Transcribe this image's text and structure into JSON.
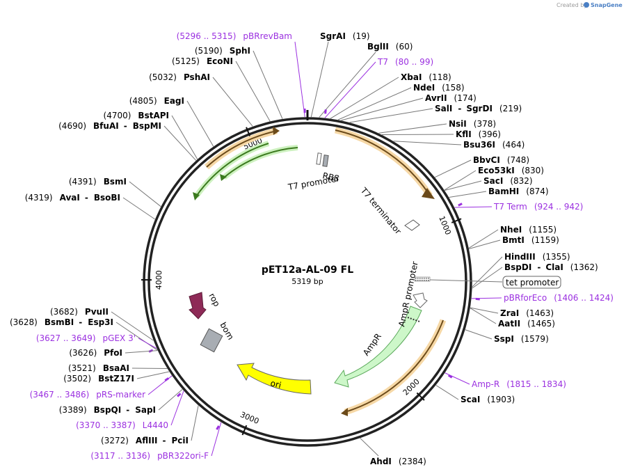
{
  "header": {
    "created_by": "Created by",
    "brand": "SnapGene"
  },
  "plasmid": {
    "name": "pET12a-AL-09 FL",
    "length_label": "5319 bp",
    "length": 5319
  },
  "ticks": [
    {
      "bp": 1000,
      "label": "1000"
    },
    {
      "bp": 2000,
      "label": "2000"
    },
    {
      "bp": 3000,
      "label": "3000"
    },
    {
      "bp": 4000,
      "label": "4000"
    },
    {
      "bp": 5000,
      "label": "5000"
    }
  ],
  "features": [
    {
      "name": "T7 promoter",
      "label": "T7 promoter"
    },
    {
      "name": "RBS",
      "label": "RBS"
    },
    {
      "name": "T7 terminator",
      "label": "T7 terminator"
    },
    {
      "name": "tet promoter",
      "label": "tet promoter"
    },
    {
      "name": "AmpR promoter",
      "label": "AmpR promoter"
    },
    {
      "name": "AmpR",
      "label": "AmpR"
    },
    {
      "name": "ori",
      "label": "ori"
    },
    {
      "name": "bom",
      "label": "bom"
    },
    {
      "name": "rop",
      "label": "rop"
    }
  ],
  "right_labels": [
    {
      "kind": "enzyme",
      "name": "SgrAI",
      "pos": "(19)"
    },
    {
      "kind": "enzyme",
      "name": "BglII",
      "pos": "(60)"
    },
    {
      "kind": "primer",
      "name": "T7",
      "pos": "(80 .. 99)"
    },
    {
      "kind": "enzyme",
      "name": "XbaI",
      "pos": "(118)"
    },
    {
      "kind": "enzyme",
      "name": "NdeI",
      "pos": "(158)"
    },
    {
      "kind": "enzyme",
      "name": "AvrII",
      "pos": "(174)"
    },
    {
      "kind": "enzyme",
      "name": "SalI",
      "name2": "SgrDI",
      "pos": "(219)"
    },
    {
      "kind": "enzyme",
      "name": "NsiI",
      "pos": "(378)"
    },
    {
      "kind": "enzyme",
      "name": "KflI",
      "pos": "(396)"
    },
    {
      "kind": "enzyme",
      "name": "Bsu36I",
      "pos": "(464)"
    },
    {
      "kind": "enzyme",
      "name": "BbvCI",
      "pos": "(748)"
    },
    {
      "kind": "enzyme",
      "name": "Eco53kI",
      "pos": "(830)"
    },
    {
      "kind": "enzyme",
      "name": "SacI",
      "pos": "(832)"
    },
    {
      "kind": "enzyme",
      "name": "BamHI",
      "pos": "(874)"
    },
    {
      "kind": "primer",
      "name": "T7 Term",
      "pos": "(924 .. 942)"
    },
    {
      "kind": "enzyme",
      "name": "NheI",
      "pos": "(1155)"
    },
    {
      "kind": "enzyme",
      "name": "BmtI",
      "pos": "(1159)"
    },
    {
      "kind": "enzyme",
      "name": "HindIII",
      "pos": "(1355)"
    },
    {
      "kind": "enzyme",
      "name": "BspDI",
      "name2": "ClaI",
      "pos": "(1362)"
    },
    {
      "kind": "primer",
      "name": "pBRforEco",
      "pos": "(1406 .. 1424)"
    },
    {
      "kind": "enzyme",
      "name": "ZraI",
      "pos": "(1463)"
    },
    {
      "kind": "enzyme",
      "name": "AatII",
      "pos": "(1465)"
    },
    {
      "kind": "enzyme",
      "name": "SspI",
      "pos": "(1579)"
    },
    {
      "kind": "primer",
      "name": "Amp-R",
      "pos": "(1815 .. 1834)"
    },
    {
      "kind": "enzyme",
      "name": "ScaI",
      "pos": "(1903)"
    },
    {
      "kind": "enzyme",
      "name": "AhdI",
      "pos": "(2384)"
    }
  ],
  "left_labels": [
    {
      "kind": "primer",
      "name": "pBRrevBam",
      "pos": "(5296 .. 5315)"
    },
    {
      "kind": "enzyme",
      "name": "SphI",
      "pos": "(5190)"
    },
    {
      "kind": "enzyme",
      "name": "EcoNI",
      "pos": "(5125)"
    },
    {
      "kind": "enzyme",
      "name": "PshAI",
      "pos": "(5032)"
    },
    {
      "kind": "enzyme",
      "name": "EagI",
      "pos": "(4805)"
    },
    {
      "kind": "enzyme",
      "name": "BstAPI",
      "pos": "(4700)"
    },
    {
      "kind": "enzyme",
      "name": "BfuAI",
      "name2": "BspMI",
      "pos": "(4690)"
    },
    {
      "kind": "enzyme",
      "name": "BsmI",
      "pos": "(4391)"
    },
    {
      "kind": "enzyme",
      "name": "AvaI",
      "name2": "BsoBI",
      "pos": "(4319)"
    },
    {
      "kind": "enzyme",
      "name": "PvuII",
      "pos": "(3682)"
    },
    {
      "kind": "enzyme",
      "name": "BsmBI",
      "name2": "Esp3I",
      "pos": "(3628)"
    },
    {
      "kind": "primer",
      "name": "pGEX 3'",
      "pos": "(3627 .. 3649)"
    },
    {
      "kind": "enzyme",
      "name": "PfoI",
      "pos": "(3626)"
    },
    {
      "kind": "enzyme",
      "name": "BsaAI",
      "pos": "(3521)"
    },
    {
      "kind": "enzyme",
      "name": "BstZ17I",
      "pos": "(3502)"
    },
    {
      "kind": "primer",
      "name": "pRS-marker",
      "pos": "(3467 .. 3486)"
    },
    {
      "kind": "enzyme",
      "name": "BspQI",
      "name2": "SapI",
      "pos": "(3389)"
    },
    {
      "kind": "primer",
      "name": "L4440",
      "pos": "(3370 .. 3387)"
    },
    {
      "kind": "enzyme",
      "name": "AflIII",
      "name2": "PciI",
      "pos": "(3272)"
    },
    {
      "kind": "primer",
      "name": "pBR322ori-F",
      "pos": "(3117 .. 3136)"
    }
  ]
}
